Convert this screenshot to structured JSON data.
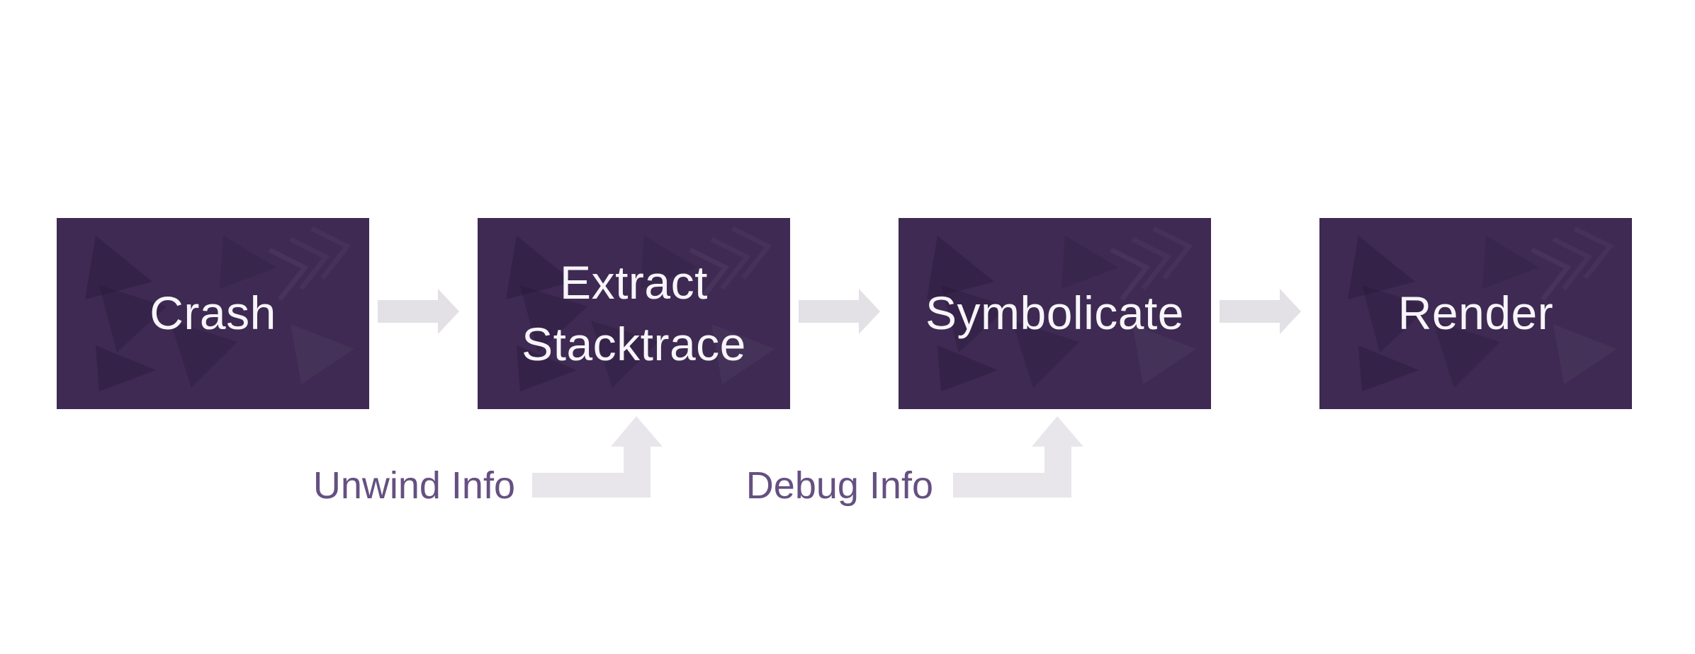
{
  "diagram": {
    "type": "flowchart",
    "nodes": [
      {
        "id": "crash",
        "label": "Crash"
      },
      {
        "id": "extract-stacktrace",
        "label": "Extract Stacktrace"
      },
      {
        "id": "symbolicate",
        "label": "Symbolicate"
      },
      {
        "id": "render",
        "label": "Render"
      }
    ],
    "flow_arrows": [
      {
        "from": "crash",
        "to": "extract-stacktrace",
        "icon": "arrow-right-icon"
      },
      {
        "from": "extract-stacktrace",
        "to": "symbolicate",
        "icon": "arrow-right-icon"
      },
      {
        "from": "symbolicate",
        "to": "render",
        "icon": "arrow-right-icon"
      }
    ],
    "inputs": [
      {
        "label": "Unwind Info",
        "target": "extract-stacktrace",
        "icon": "bent-up-arrow-icon"
      },
      {
        "label": "Debug Info",
        "target": "symbolicate",
        "icon": "bent-up-arrow-icon"
      }
    ],
    "colors": {
      "node_fill": "#3E2A52",
      "node_texture_dark": "#241536",
      "node_texture_light": "#FFFFFF",
      "node_text": "#F7F5FA",
      "flow_arrow_fill": "#E3E1E5",
      "elbow_arrow_fill": "#E8E6EA",
      "input_label_text": "#655081",
      "page_background": "#FFFFFF"
    }
  }
}
